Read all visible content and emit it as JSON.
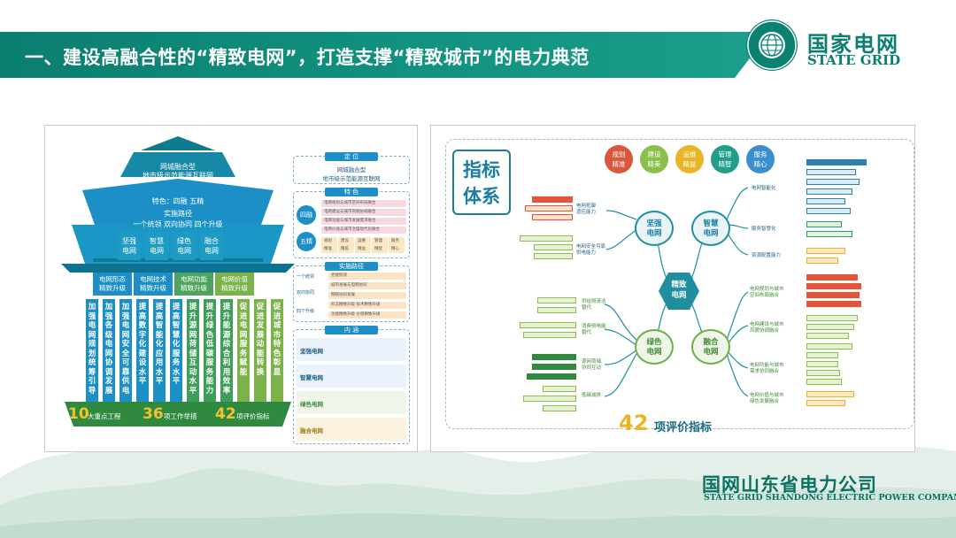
{
  "header": {
    "title": "一、建设高融合性的“精致电网”，打造支撑“精致城市”的电力典范",
    "logo_cn": "国家电网",
    "logo_en": "STATE GRID",
    "logo_icon": "state-grid-emblem"
  },
  "footer": {
    "company_cn": "国网山东省电力公司",
    "company_en": "STATE GRID SHANDONG ELECTRIC POWER COMPANY"
  },
  "colors": {
    "brand": "#0b7e70",
    "blue": "#1c8fc7",
    "green": "#7bb24a",
    "yellow": "#e8b526",
    "teal": "#1f9e88"
  },
  "left_panel": {
    "roof_title_1": "网城融合型",
    "roof_title_2": "地市级示范能源互联网",
    "feature_line": "特色：四融 五精",
    "path_title": "实施路径",
    "path_line": "一个统领  双向协同  四个升级",
    "pillars": [
      "坚强\n电网",
      "智慧\n电网",
      "绿色\n电网",
      "融合\n电网"
    ],
    "upgrades": [
      "电网形态\n精致升级",
      "电网技术\n精致升级",
      "电网功能\n精致升级",
      "电网价值\n精致升级"
    ],
    "columns": [
      "加强电网规划统筹引导",
      "加强各级电网协调发展",
      "加强电网安全可靠供电",
      "提高数字化建设水平",
      "提高智能化应用水平",
      "提高智慧化服务水平",
      "提升源网荷储互动水平",
      "提升绿色低碳服务能力",
      "提升能源综合利用效率",
      "促进电网服务赋能",
      "促进发展动能转换",
      "促进城市特色彰显"
    ],
    "stats": [
      {
        "num": "10",
        "label": "大重点工程"
      },
      {
        "num": "36",
        "label": "项工作举措"
      },
      {
        "num": "42",
        "label": "项评价指标"
      }
    ],
    "side": {
      "position_title": "定  位",
      "position_line1": "网城融合型",
      "position_line2": "地市级示范能源互联网",
      "feature_title": "特  色",
      "four_label": "四融",
      "five_label": "五精",
      "four_items": [
        "电网规划与城市空间布局融合",
        "电网建设与城市风貌协调融合",
        "电网功能与城市发展需求融合",
        "电网价值与城市治理现代化融合"
      ],
      "five_items": [
        "规划精准",
        "建设精美",
        "运维精益",
        "管理精智",
        "服务精心"
      ],
      "path_title": "实施路径",
      "path_rows": [
        {
          "k": "一个统领",
          "v": "党建统领"
        },
        {
          "k": "双向协同",
          "v": "城市发展与电网协同"
        },
        {
          "k": "",
          "v": "网络协同发展"
        },
        {
          "k": "四个升级",
          "v": "形态精致升级   技术精致升级"
        },
        {
          "k": "",
          "v": "功能精致升级   价值精致升级"
        }
      ],
      "content_title": "内  涵",
      "content_items": [
        "坚强电网",
        "智慧电网",
        "绿色电网",
        "融合电网"
      ]
    }
  },
  "right_panel": {
    "badge": "指标\n体系",
    "top_circles": [
      "规划\n精准",
      "建设\n精美",
      "运维\n精益",
      "管理\n精智",
      "服务\n精心"
    ],
    "center": "精致\n电网",
    "nodes": [
      "坚强\n电网",
      "智慧\n电网",
      "绿色\n电网",
      "融合\n电网"
    ],
    "footer_num": "42",
    "footer_label": "项评价指标",
    "strong_branches": [
      "电网抵御\n适应能力",
      "电网安全可靠\n供电能力"
    ],
    "smart_branches": [
      "电网智能化",
      "服务智慧化",
      "资源配置能力"
    ],
    "green_branches": [
      "供给侧清洁\n替代",
      "消费侧电能\n替代",
      "源网荷储\n协同互动",
      "低碳减排"
    ],
    "fusion_branches": [
      "电网规划与城市\n空间布局融合",
      "电网建设与城市\n风貌协调融合",
      "电网功能与城市\n需求协同融合",
      "电网价值与城市\n绿色发展融合"
    ]
  }
}
